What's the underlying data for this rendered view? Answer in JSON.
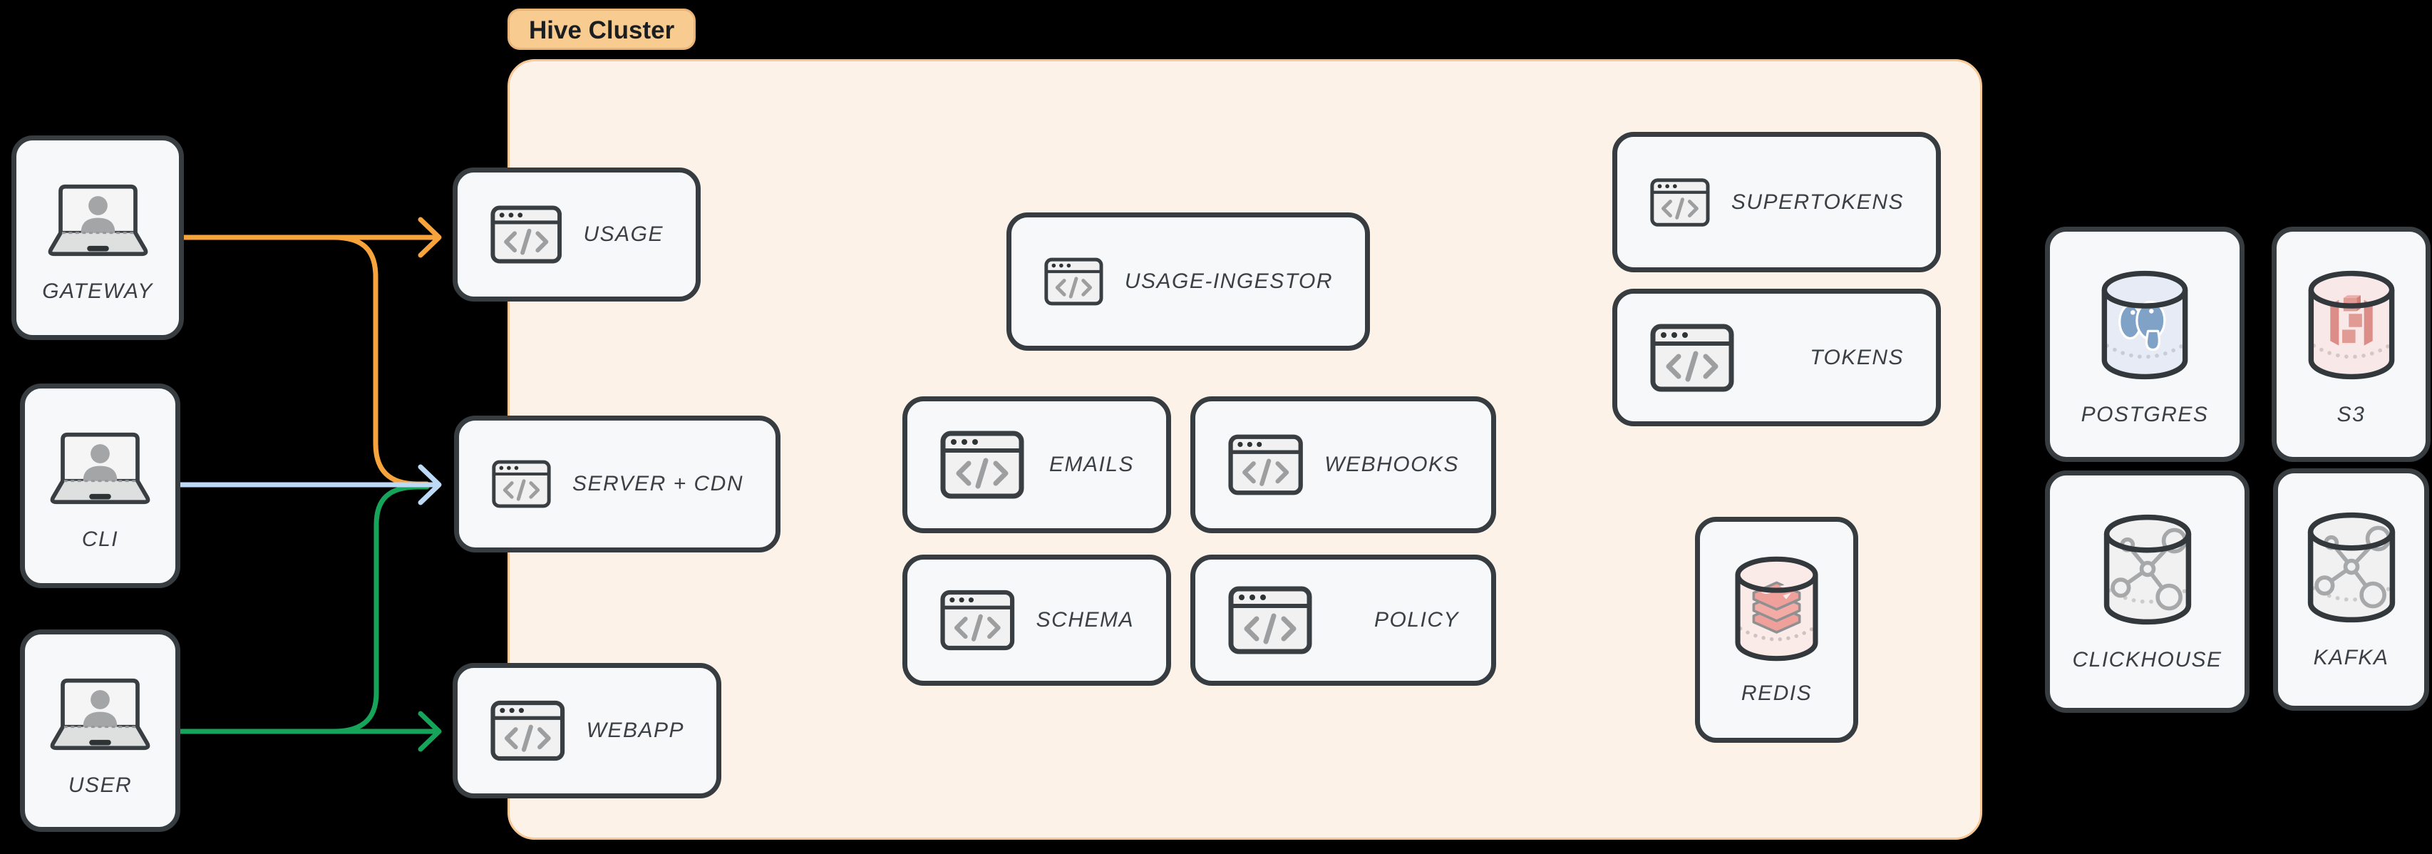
{
  "cluster": {
    "label": "Hive Cluster"
  },
  "nodes": {
    "gateway": {
      "label": "GATEWAY",
      "type": "client",
      "icon": "laptop-user-icon"
    },
    "cli": {
      "label": "CLI",
      "type": "client",
      "icon": "laptop-user-icon"
    },
    "user": {
      "label": "USER",
      "type": "client",
      "icon": "laptop-user-icon"
    },
    "usage": {
      "label": "USAGE",
      "type": "service",
      "icon": "code-window-icon"
    },
    "server_cdn": {
      "label": "SERVER + CDN",
      "type": "service",
      "icon": "code-window-icon"
    },
    "webapp": {
      "label": "WEBAPP",
      "type": "service",
      "icon": "code-window-icon"
    },
    "usage_ingestor": {
      "label": "USAGE-INGESTOR",
      "type": "service",
      "icon": "code-window-icon"
    },
    "emails": {
      "label": "EMAILS",
      "type": "service",
      "icon": "code-window-icon"
    },
    "webhooks": {
      "label": "WEBHOOKS",
      "type": "service",
      "icon": "code-window-icon"
    },
    "schema": {
      "label": "SCHEMA",
      "type": "service",
      "icon": "code-window-icon"
    },
    "policy": {
      "label": "POLICY",
      "type": "service",
      "icon": "code-window-icon"
    },
    "supertokens": {
      "label": "SUPERTOKENS",
      "type": "service",
      "icon": "code-window-icon"
    },
    "tokens": {
      "label": "TOKENS",
      "type": "service",
      "icon": "code-window-icon"
    },
    "redis": {
      "label": "REDIS",
      "type": "datastore",
      "icon": "redis-database-icon"
    },
    "postgres": {
      "label": "POSTGRES",
      "type": "datastore",
      "icon": "postgres-database-icon"
    },
    "s3": {
      "label": "S3",
      "type": "datastore",
      "icon": "s3-database-icon"
    },
    "clickhouse": {
      "label": "CLICKHOUSE",
      "type": "datastore",
      "icon": "graph-database-icon"
    },
    "kafka": {
      "label": "KAFKA",
      "type": "datastore",
      "icon": "graph-database-icon"
    }
  },
  "edges": [
    {
      "from": "gateway",
      "to": "usage",
      "color": "#F7A43C"
    },
    {
      "from": "gateway",
      "to": "server_cdn",
      "color": "#F7A43C"
    },
    {
      "from": "cli",
      "to": "server_cdn",
      "color": "#BCD9F6"
    },
    {
      "from": "user",
      "to": "webapp",
      "color": "#16A35A"
    },
    {
      "from": "user",
      "to": "server_cdn",
      "color": "#16A35A"
    }
  ],
  "colors": {
    "background": "#000000",
    "cluster_fill": "#FDF2E8",
    "cluster_border": "#F6C795",
    "badge_fill": "#F8CC90",
    "node_fill": "#F7F8F9",
    "node_border": "#363C40",
    "label_text": "#3A4045",
    "arrow_orange": "#F7A43C",
    "arrow_blue": "#BCD9F6",
    "arrow_green": "#16A35A"
  }
}
